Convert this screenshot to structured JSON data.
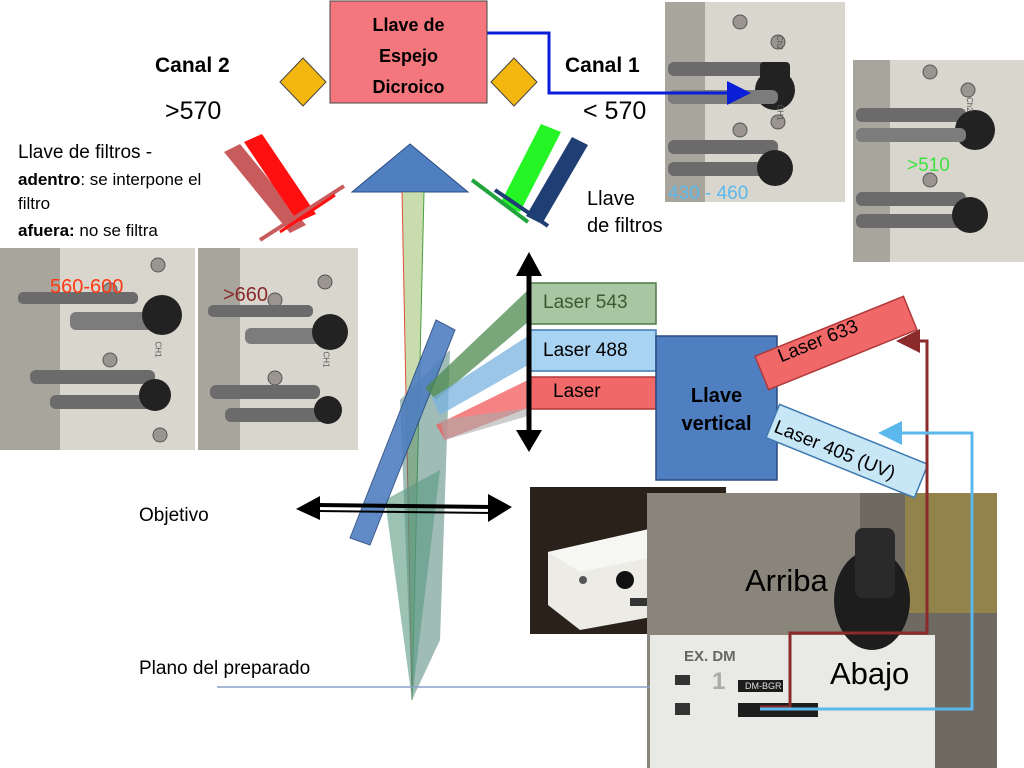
{
  "top": {
    "dichroic_key": [
      "Llave de",
      "Espejo",
      "Dicroico"
    ],
    "canal2": "Canal 2",
    "canal1": "Canal 1",
    "canal2_range": ">570",
    "canal1_range": "< 570"
  },
  "filter_note": {
    "line1": "Llave de filtros -",
    "line2_bold": "adentro",
    "line2_rest": ": se interpone el",
    "line3": "filtro",
    "line4_bold": "afuera:",
    "line4_rest": " no se filtra"
  },
  "right_filter_key": [
    "Llave",
    "de filtros"
  ],
  "photo_labels": {
    "p430": "430 - 460",
    "p510": ">510",
    "p560": "560-600",
    "p660": ">660",
    "ch2": "Ch2",
    "ch1": "CH1"
  },
  "lasers": {
    "l543": "Laser 543",
    "l488": "Laser 488",
    "lred": "Laser",
    "l633": "Laser  633",
    "l405": "Laser 405 (UV)"
  },
  "vertical_key": [
    "Llave",
    "vertical"
  ],
  "objetivo": "Objetivo",
  "plano": "Plano del preparado",
  "arriba": "Arriba",
  "abajo": "Abajo",
  "exdm": {
    "title": "EX. DM",
    "num": "1",
    "dm_bgr": "DM-BGR"
  },
  "colors": {
    "dichroic_box": "#f4777d",
    "diamond": "#f3b70f",
    "prism": "#4f7fc0",
    "blue_arrow": "#0a1ed8",
    "dark_red_arrow": "#8b2a2a",
    "light_blue_arrow": "#5ab8ec",
    "laser_green": "#5b8f52",
    "laser_blue": "#8cc4e8",
    "laser_red": "#f06868"
  }
}
